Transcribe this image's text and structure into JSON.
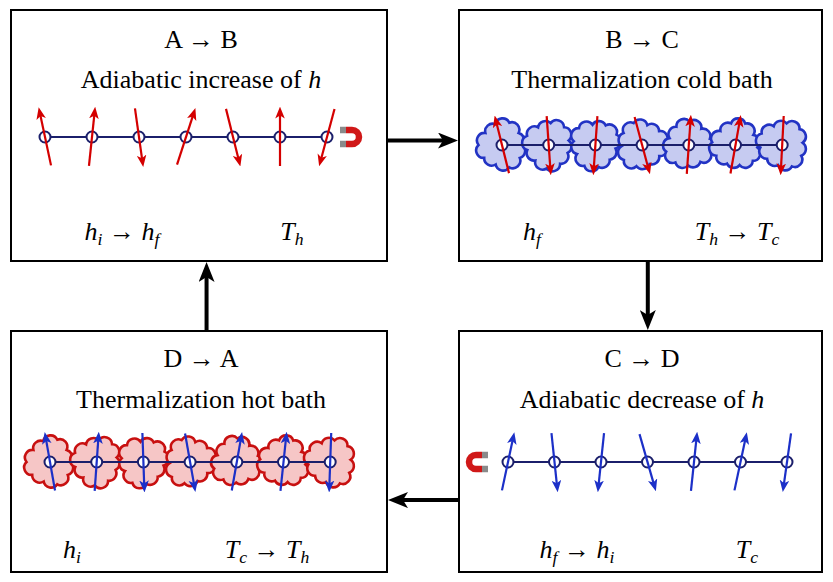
{
  "diagram": {
    "nodes": [
      {
        "text": [
          "A → B",
          "Adiabatic increase of h",
          "hi → hf",
          "Th"
        ]
      },
      {
        "text": [
          "B → C",
          "Thermalization cold bath",
          "hf",
          "Th → Tc"
        ]
      },
      {
        "text": [
          "C → D",
          "Adiabatic decrease of h",
          "hf → hi",
          "Tc"
        ]
      },
      {
        "text": [
          "D → A",
          "Thermalization hot bath",
          "hi",
          "Tc → Th"
        ]
      }
    ],
    "edges": [
      {
        "from": 0,
        "to": 1,
        "arrow": "to"
      },
      {
        "from": 1,
        "to": 2,
        "arrow": "to"
      },
      {
        "from": 2,
        "to": 3,
        "arrow": "to"
      },
      {
        "from": 3,
        "to": 0,
        "arrow": "to"
      }
    ]
  }
}
